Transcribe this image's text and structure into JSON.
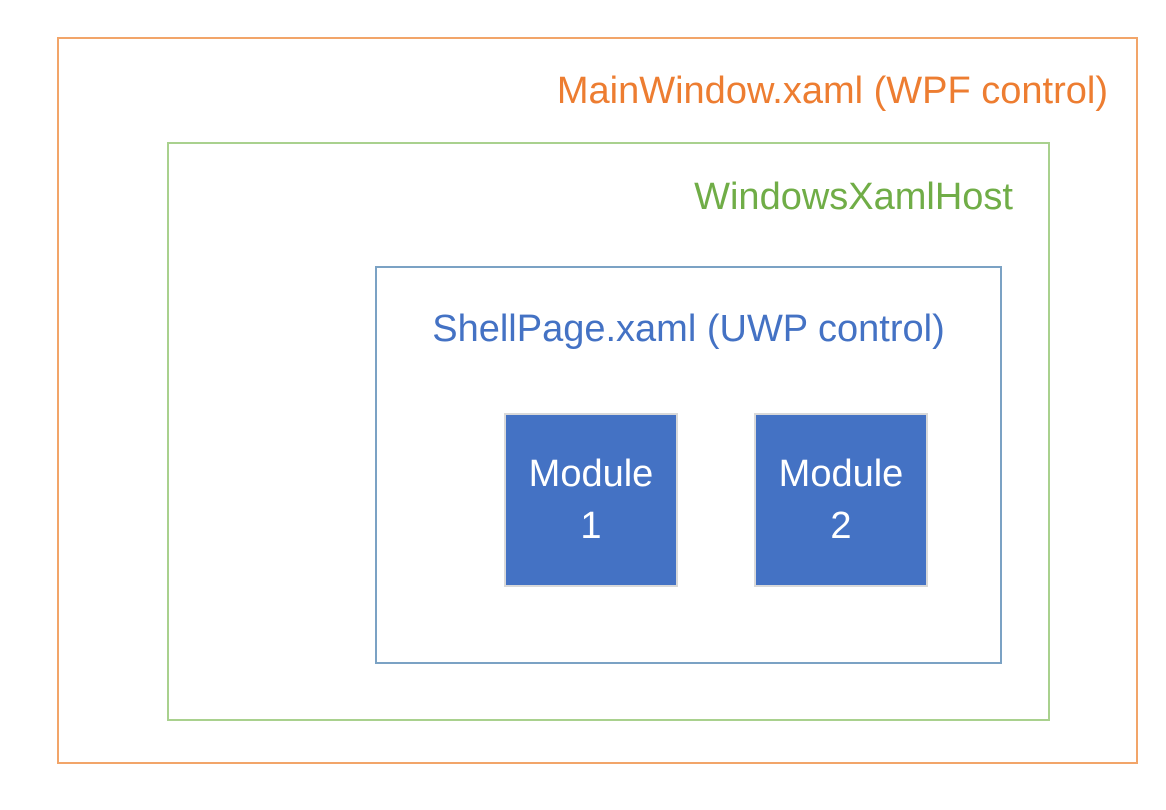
{
  "page": {
    "background_color": "#FFFFFF"
  },
  "diagram": {
    "boxes": {
      "mainwindow": {
        "label": "MainWindow.xaml (WPF control)",
        "text_color": "#ED7D31",
        "border_color": "#F2A569",
        "label_alignment": "right"
      },
      "windowsxamlhost": {
        "label": "WindowsXamlHost",
        "text_color": "#70AD47",
        "border_color": "#A9D18E",
        "label_alignment": "right"
      },
      "shellpage": {
        "label": "ShellPage.xaml (UWP control)",
        "text_color": "#4472C4",
        "border_color": "#7BA2C4",
        "label_alignment": "center"
      }
    },
    "modules": [
      {
        "line1": "Module",
        "line2": "1",
        "fill_color": "#4472C4",
        "border_color": "#D9D9D9",
        "text_color": "#FFFFFF"
      },
      {
        "line1": "Module",
        "line2": "2",
        "fill_color": "#4472C4",
        "border_color": "#D9D9D9",
        "text_color": "#FFFFFF"
      }
    ]
  }
}
